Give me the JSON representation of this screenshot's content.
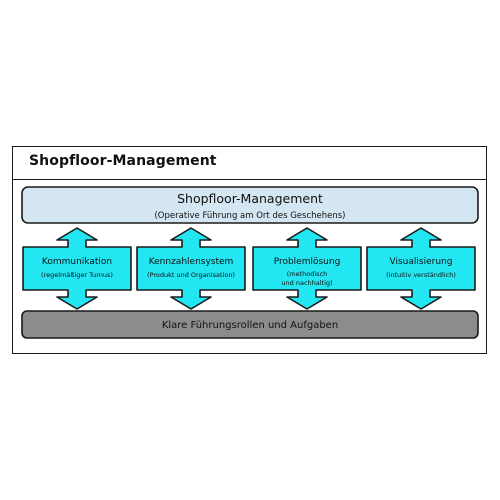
{
  "frame": {
    "title": "Shopfloor-Management"
  },
  "top_box": {
    "title": "Shopfloor-Management",
    "subtitle": "(Operative Führung am Ort des Geschehens)"
  },
  "pillars": [
    {
      "title": "Kommunikation",
      "subtitle": "(regelmäßiger Turnus)"
    },
    {
      "title": "Kennzahlensystem",
      "subtitle": "(Produkt und Organisation)"
    },
    {
      "title": "Problemlösung",
      "subtitle": "(methodisch und nachhaltig)"
    },
    {
      "title": "Visualisierung",
      "subtitle": "(intuitiv verständlich)"
    }
  ],
  "bottom_box": {
    "label": "Klare Führungsrollen und Aufgaben"
  },
  "colors": {
    "top_box_fill": "#d3e6f1",
    "pillar_fill": "#22e6f2",
    "bottom_box_fill": "#8c8c8c",
    "stroke": "#1a1a1a"
  }
}
